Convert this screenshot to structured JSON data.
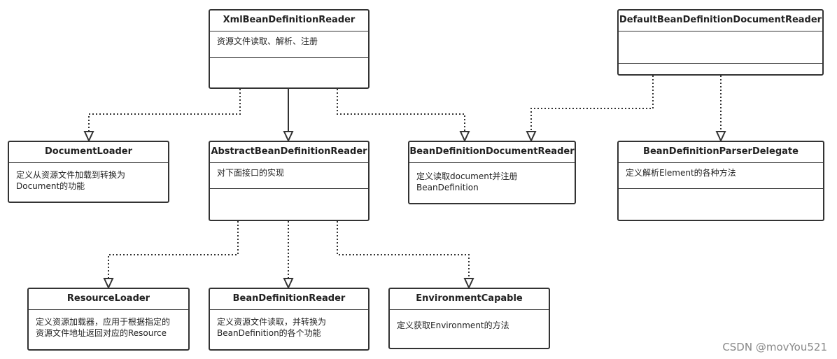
{
  "classes": {
    "xml_reader": {
      "name": "XmlBeanDefinitionReader",
      "desc": "资源文件读取、解析、注册"
    },
    "default_doc_reader": {
      "name": "DefaultBeanDefinitionDocumentReader",
      "desc": ""
    },
    "document_loader": {
      "name": "DocumentLoader",
      "desc": "定义从资源文件加载到转换为\nDocument的功能"
    },
    "abstract_reader": {
      "name": "AbstractBeanDefinitionReader",
      "desc": "对下面接口的实现"
    },
    "doc_reader": {
      "name": "BeanDefinitionDocumentReader",
      "desc": "定义读取document并注册\nBeanDefinition"
    },
    "parser_delegate": {
      "name": "BeanDefinitionParserDelegate",
      "desc": "定义解析Element的各种方法"
    },
    "resource_loader": {
      "name": "ResourceLoader",
      "desc": "定义资源加载器，应用于根据指定的\n资源文件地址返回对应的Resource"
    },
    "bean_def_reader": {
      "name": "BeanDefinitionReader",
      "desc": "定义资源文件读取，并转换为\nBeanDefinition的各个功能"
    },
    "env_capable": {
      "name": "EnvironmentCapable",
      "desc": "定义获取Environment的方法"
    }
  },
  "relations": [
    {
      "from": "xml_reader",
      "to": "document_loader",
      "style": "dotted"
    },
    {
      "from": "xml_reader",
      "to": "abstract_reader",
      "style": "solid"
    },
    {
      "from": "xml_reader",
      "to": "doc_reader",
      "style": "dotted"
    },
    {
      "from": "default_doc_reader",
      "to": "doc_reader",
      "style": "dotted"
    },
    {
      "from": "default_doc_reader",
      "to": "parser_delegate",
      "style": "dotted"
    },
    {
      "from": "abstract_reader",
      "to": "resource_loader",
      "style": "dotted"
    },
    {
      "from": "abstract_reader",
      "to": "bean_def_reader",
      "style": "dotted"
    },
    {
      "from": "abstract_reader",
      "to": "env_capable",
      "style": "dotted"
    }
  ],
  "watermark": "CSDN @movYou521",
  "colors": {
    "line": "#333333",
    "background": "#ffffff"
  }
}
